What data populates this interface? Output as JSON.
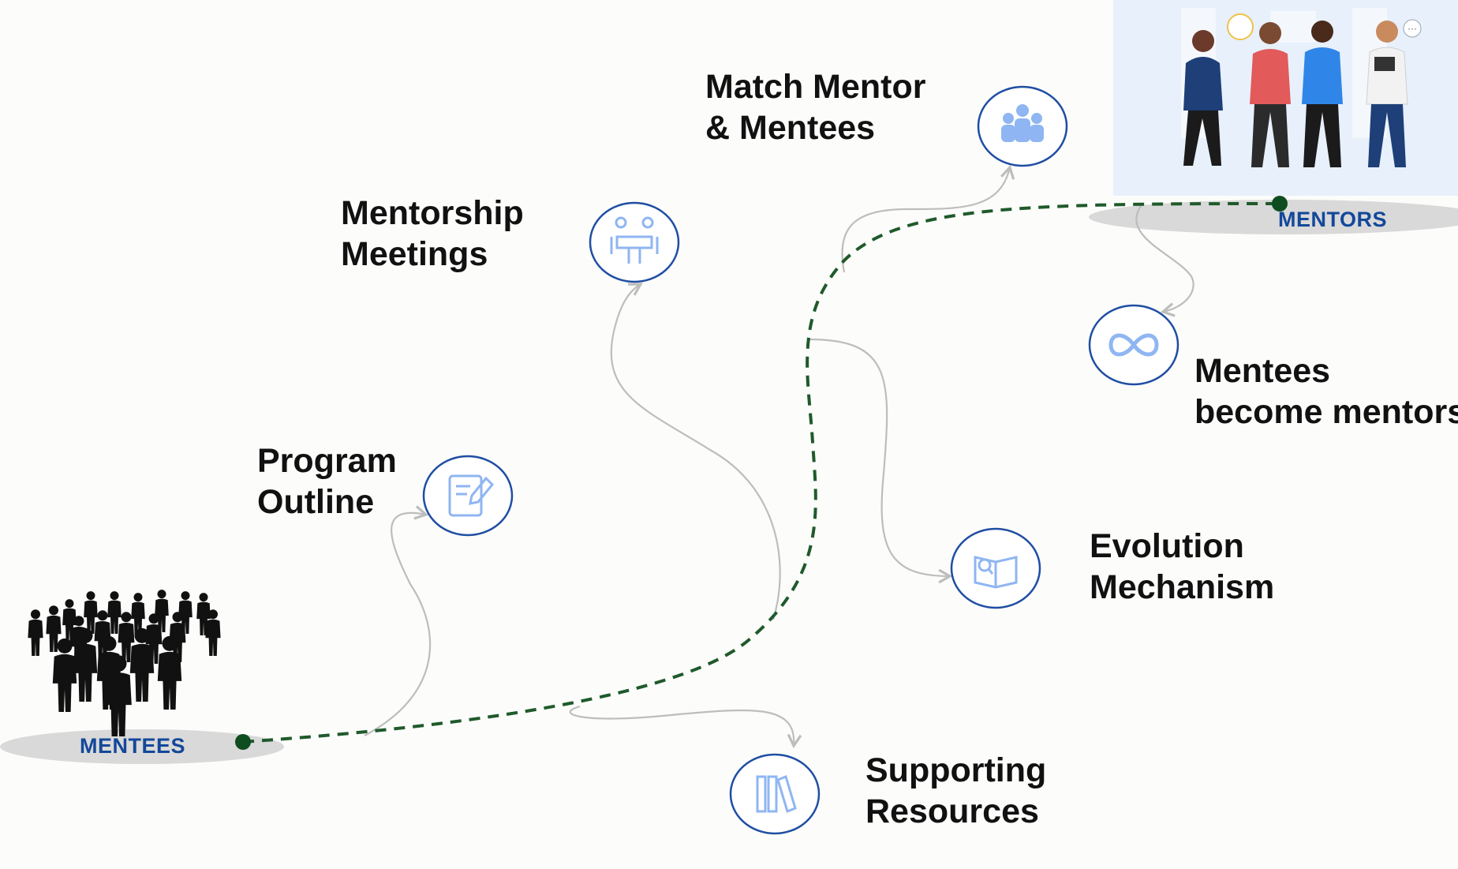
{
  "diagram": {
    "start_label": "MENTEES",
    "end_label": "MENTORS",
    "steps": [
      {
        "id": "program-outline",
        "line1": "Program",
        "line2": "Outline",
        "icon": "edit-document-icon"
      },
      {
        "id": "mentorship-meetings",
        "line1": "Mentorship",
        "line2": "Meetings",
        "icon": "meeting-table-icon"
      },
      {
        "id": "match",
        "line1": "Match Mentor",
        "line2": "& Mentees",
        "icon": "group-icon"
      },
      {
        "id": "mentees-become-mentors",
        "line1": "Mentees",
        "line2": "become mentors",
        "icon": "infinity-icon"
      },
      {
        "id": "evolution-mechanism",
        "line1": "Evolution",
        "line2": "Mechanism",
        "icon": "book-search-icon"
      },
      {
        "id": "supporting-resources",
        "line1": "Supporting",
        "line2": "Resources",
        "icon": "books-icon"
      }
    ],
    "colors": {
      "path": "#1f5a2a",
      "circle": "#1f4ea3",
      "icon": "#8fb6f2",
      "connector": "#bdbdbd",
      "pill": "#d9d9d9",
      "pill_text": "#13489a",
      "illustration_bg": "#e7f0fb"
    }
  }
}
